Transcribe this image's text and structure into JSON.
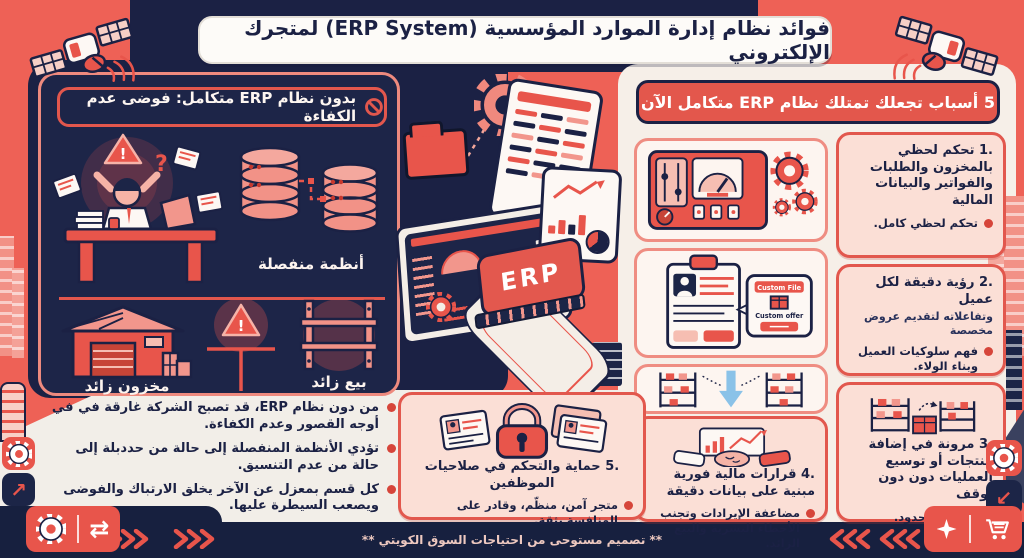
{
  "header": {
    "title": "فوائد نظام إدارة الموارد المؤسسية (ERP System) لمتجرك الإلكتروني"
  },
  "left_panel": {
    "header": "بدون نظام ERP متكامل: فوضى عدم الكفاءة",
    "label_separate_systems": "أنظمة منفصلة",
    "label_excess_inventory": "مخزون زائد",
    "label_overselling": "بيع زائد",
    "question_mark": "?",
    "exclamation": "!"
  },
  "center": {
    "erp_cube_label": "ERP"
  },
  "right_panel": {
    "header": "5 أسباب تجعلك تمتلك نظام ERP متكامل الآن",
    "reasons": [
      {
        "number": "1.",
        "title": "تحكم لحظي بالمخزون والطلبات والفواتير والبيانات المالية",
        "bullet": "تحكم لحظي كامل."
      },
      {
        "number": "2.",
        "title": "رؤية دقيقة لكل عميل",
        "subtitle": "وتفاعلاته لتقديم عروض مخصصة",
        "bullet": "فهم سلوكيات العميل وبناء الولاء."
      },
      {
        "number": "3.",
        "title": "مرونة في إضافة منتجات أو توسيع العمليات دون دون توقف",
        "bullet": "توسع بلا حدود."
      },
      {
        "number": "4.",
        "title": "قرارات مالية فورية مبنية على بيانات دقيقة",
        "bullet": "مضاعفة الإيرادات وتجنب الأخطاء البشرية والبيع الزائد."
      },
      {
        "number": "5.",
        "title": "حماية والتحكم في صلاحيات الموظفين",
        "bullet": "متجر آمن، منظّم، وقادر على المنافسة بثقة."
      }
    ],
    "clipboard_tags": {
      "tag_top": "Custom File",
      "tag_offer": "Custom offer"
    }
  },
  "bottom_notes": [
    "من دون نظام ERP، قد تصبح الشركة غارقة في في أوجه القصور وعدم الكفاءة.",
    "تؤدي الأنظمة المنفصلة إلى حالة من حددبلة إلى حالة من عدم التنسيق.",
    "كل قسم بمعزل عن الآخر يخلق الارتباك والفوضى ويصعب السيطرة عليها."
  ],
  "footer": {
    "credit": "** تصميم مستوحى من احتياجات السوق الكويتي **"
  },
  "icons": {
    "gear": "⚙",
    "swap_arrows": "⇄",
    "arrow_up_right": "↗",
    "arrow_down_left": "↙"
  },
  "colors": {
    "bg": "#ee6156",
    "navy": "#1b2144",
    "card_pink": "#fbdfd6",
    "border_red": "#e2574d",
    "salmon": "#f2968c",
    "accent": "#e8554b",
    "light_area": "#f2eee8",
    "blue_arrow": "#8ac2e8"
  }
}
